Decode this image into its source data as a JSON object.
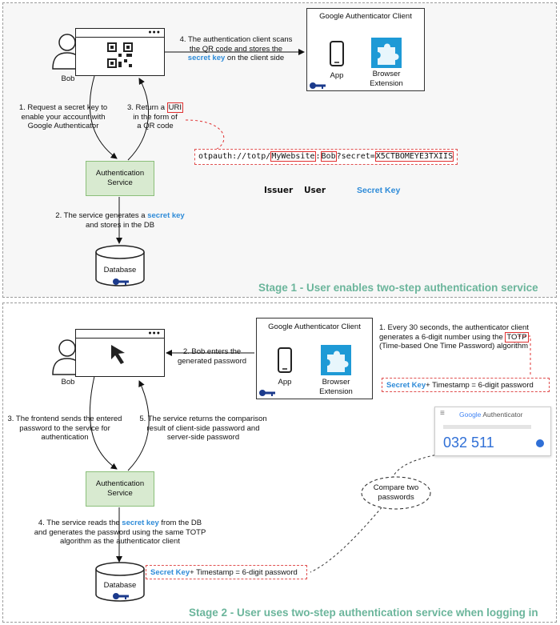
{
  "stage1": {
    "title": "Stage 1 - User enables two-step authentication service",
    "bob": "Bob",
    "step1": "1. Request a secret key to\nenable your account with\nGoogle Authenticator",
    "step2_a": "2. The service generates a ",
    "step2_key": "secret key",
    "step2_b": "and stores in the DB",
    "step3_a": "3. Return a ",
    "step3_uri": "URI",
    "step3_b": "in the form of\na QR code",
    "step4_a": "4. The authentication client scans\nthe QR code and stores the",
    "step4_key": "secret key",
    "step4_b": " on the client side",
    "auth_service": "Authentication\nService",
    "database": "Database",
    "client": {
      "title": "Google Authenticator Client",
      "app": "App",
      "ext": "Browser\nExtension"
    },
    "uri": {
      "prefix": "otpauth://totp/",
      "issuer": "MyWebsite",
      "sep": ":",
      "user": "Bob",
      "mid": "?secret=",
      "secret": "X5CTBOMEYE3TXIIS",
      "issuer_label": "Issuer",
      "user_label": "User",
      "secret_label": "Secret Key"
    }
  },
  "stage2": {
    "title": "Stage 2 - User uses two-step authentication service when logging in",
    "bob": "Bob",
    "step1_a": "1. Every 30 seconds, the authenticator client\ngenerates a 6-digit number using the ",
    "step1_totp": "TOTP",
    "step1_b": "(Time-based One Time Password) algorithm",
    "step2": "2. Bob enters the\ngenerated password",
    "step3": "3. The frontend sends the entered\npassword to the service for\nauthentication",
    "step4_a": "4. The service reads the ",
    "step4_key": "secret key",
    "step4_b": " from the DB\nand generates the password using the same TOTP\nalgorithm as the authenticator client",
    "step5": "5. The service returns the comparison\nresult of client-side password and\nserver-side password",
    "auth_service": "Authentication\nService",
    "database": "Database",
    "client": {
      "title": "Google Authenticator Client",
      "app": "App",
      "ext": "Browser\nExtension"
    },
    "pw_key": "Secret Key",
    "pw_rest": " + Timestamp = 6-digit password",
    "phone": {
      "menu": "≡",
      "brand": "Google",
      "name": " Authenticator",
      "code": "032 511"
    },
    "compare": "Compare two\npasswords"
  },
  "colors": {
    "blue": "#2e8bd8",
    "stage_title": "#6bb59b",
    "service_fill": "#d8ead0",
    "red": "#e03030"
  }
}
